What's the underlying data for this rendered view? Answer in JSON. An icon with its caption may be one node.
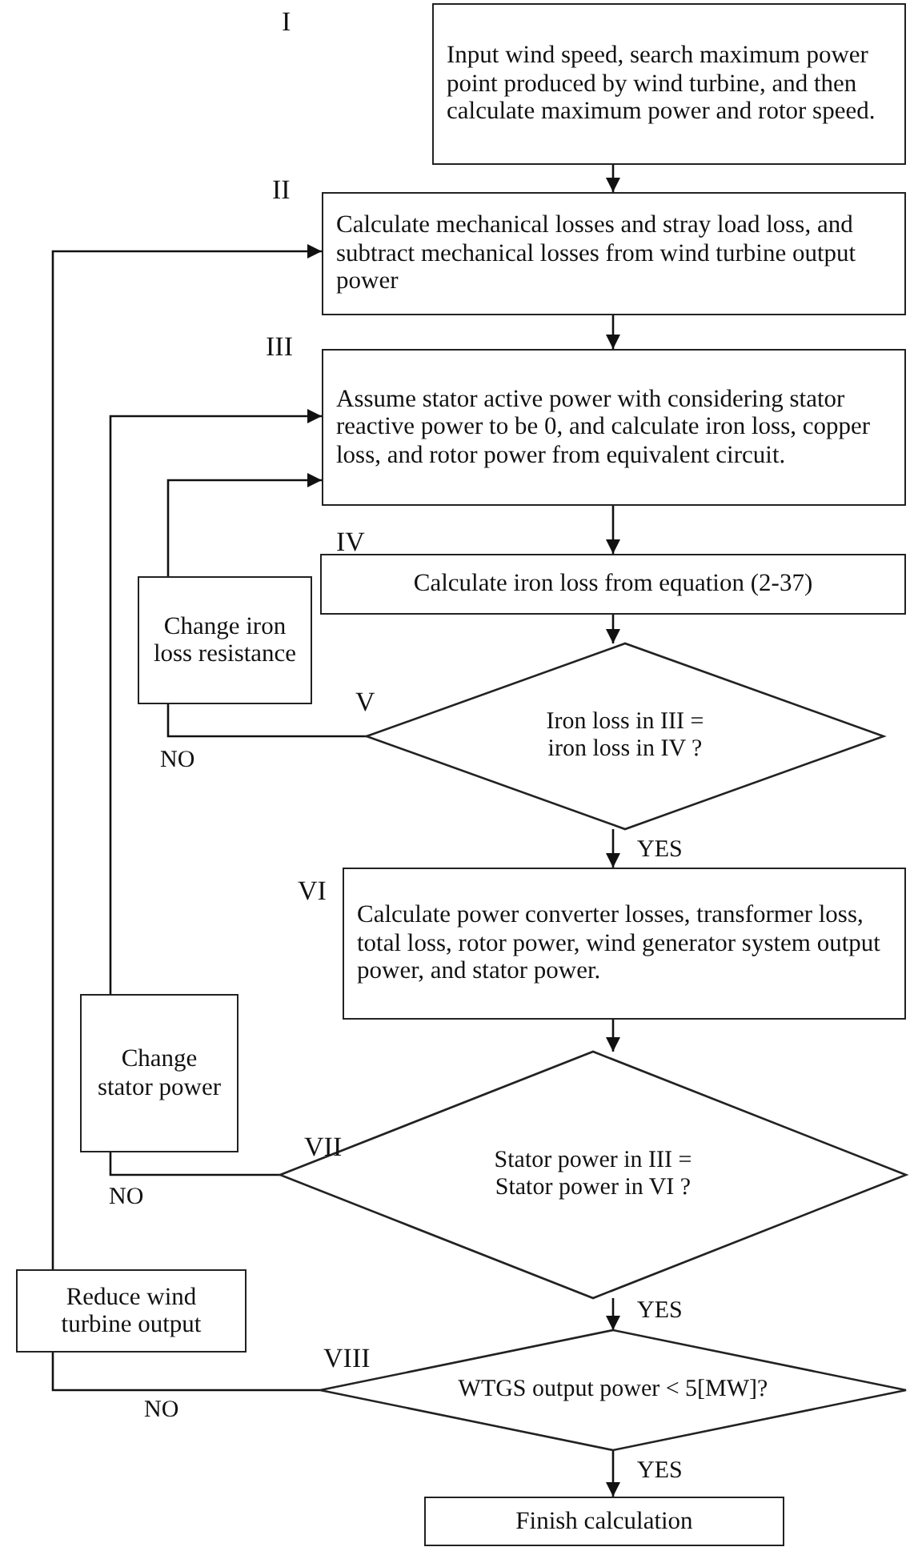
{
  "diagram": {
    "nodes": [
      {
        "text": [
          "Input wind speed, search maximum power point produced by wind turbine, and then calculate maximum power and rotor speed."
        ]
      },
      {
        "text": [
          "Calculate mechanical losses and stray load loss, and subtract mechanical losses from wind turbine output power"
        ],
        "beside": [
          "II"
        ]
      },
      {
        "text": [
          "Assume stator active power with considering stator reactive power to be 0, and calculate iron loss, copper loss, and rotor power from equivalent circuit."
        ],
        "beside": [
          "III"
        ]
      },
      {
        "text": [
          "Calculate iron loss from equation (2-37)"
        ],
        "beside": [
          "IV"
        ]
      },
      {
        "text": [
          "Iron loss in III = iron loss in IV ?"
        ],
        "beside": [
          "V"
        ]
      },
      {
        "text": [
          "Change iron loss resistance"
        ]
      },
      {
        "text": [
          "Calculate power converter losses, transformer loss, total loss, rotor power, wind generator system output power, and stator power."
        ],
        "beside": [
          "VI"
        ]
      },
      {
        "text": [
          "Stator power in III = Stator power in VI ?"
        ],
        "beside": [
          "VII"
        ]
      },
      {
        "text": [
          "Change stator power"
        ]
      },
      {
        "text": [
          "WTGS output power < 5[MW]?"
        ],
        "beside": [
          "VIII"
        ]
      },
      {
        "text": [
          "Reduce wind turbine output"
        ]
      },
      {
        "text": [
          "Finish calculation"
        ]
      }
    ],
    "edges": [
      {
        "from": 0,
        "to": 1,
        "arrow": "to"
      },
      {
        "from": 1,
        "to": 2,
        "arrow": "to"
      },
      {
        "from": 2,
        "to": 3,
        "arrow": "to"
      },
      {
        "from": 3,
        "to": 4,
        "arrow": "to"
      },
      {
        "from": 4,
        "to": 5,
        "arrow": "none",
        "label": "NO"
      },
      {
        "from": 5,
        "to": 2,
        "arrow": "to"
      },
      {
        "from": 4,
        "to": 6,
        "arrow": "to",
        "label": "YES"
      },
      {
        "from": 6,
        "to": 7,
        "arrow": "to"
      },
      {
        "from": 7,
        "to": 8,
        "arrow": "none",
        "label": "NO"
      },
      {
        "from": 8,
        "to": 2,
        "arrow": "to"
      },
      {
        "from": 7,
        "to": 9,
        "arrow": "to",
        "label": "YES"
      },
      {
        "from": 9,
        "to": 10,
        "arrow": "none",
        "label": "NO"
      },
      {
        "from": 10,
        "to": 1,
        "arrow": "to"
      },
      {
        "from": 9,
        "to": 11,
        "arrow": "to",
        "label": "YES"
      }
    ],
    "labels": [
      "I"
    ]
  }
}
